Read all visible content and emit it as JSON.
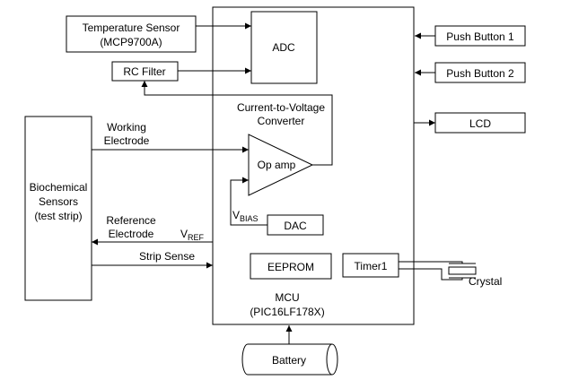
{
  "blocks": {
    "temp_sensor": {
      "line1": "Temperature Sensor",
      "line2": "(MCP9700A)"
    },
    "rc_filter": "RC Filter",
    "adc": "ADC",
    "push_button_1": "Push Button 1",
    "push_button_2": "Push Button 2",
    "lcd": "LCD",
    "converter": {
      "line1": "Current-to-Voltage",
      "line2": "Converter"
    },
    "op_amp": "Op amp",
    "dac": "DAC",
    "eeprom": "EEPROM",
    "timer1": "Timer1",
    "crystal": "Crystal",
    "mcu": {
      "line1": "MCU",
      "line2": "(PIC16LF178X)"
    },
    "battery": "Battery",
    "biochemical": {
      "line1": "Biochemical",
      "line2": "Sensors",
      "line3": "(test strip)"
    }
  },
  "signals": {
    "working_electrode": {
      "line1": "Working",
      "line2": "Electrode"
    },
    "reference_electrode": {
      "line1": "Reference",
      "line2": "Electrode"
    },
    "vref": {
      "main": "V",
      "sub": "REF"
    },
    "vbias": {
      "main": "V",
      "sub": "BIAS"
    },
    "strip_sense": "Strip Sense"
  }
}
